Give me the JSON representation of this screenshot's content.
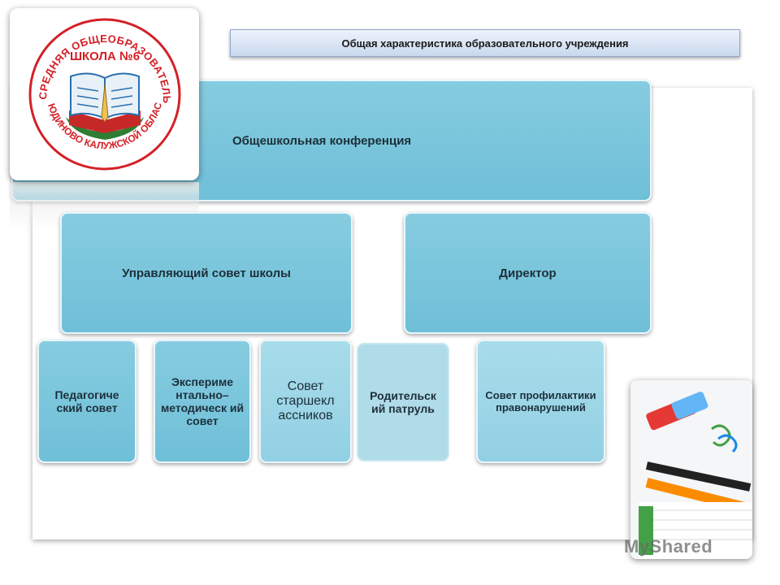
{
  "title": "Общая характеристика образовательного учреждения",
  "logo": {
    "text_top": "МОУ СРЕДНЯЯ ОБЩЕОБРАЗОВАТЕЛЬНАЯ",
    "text_school": "ШКОЛА №6",
    "text_bottom": "Г.ЛЮДИНОВО КАЛУЖСКОЙ ОБЛАСТИ"
  },
  "boxes": {
    "conference": "Общешкольная конференция",
    "council": "Управляющий совет школы",
    "director": "Директор",
    "pedagogical": "Педагогиче ский совет",
    "experimental": "Экспериме нтально– методическ ий совет",
    "seniors": "Совет старшекл ассников",
    "parents": "Родительск ий патруль",
    "prevention": "Совет профилактики правонарушений"
  },
  "watermark": "MyShared",
  "colors": {
    "box": "#78c4db",
    "title_bar": "#d6e2f3",
    "logo_red": "#d42027"
  }
}
